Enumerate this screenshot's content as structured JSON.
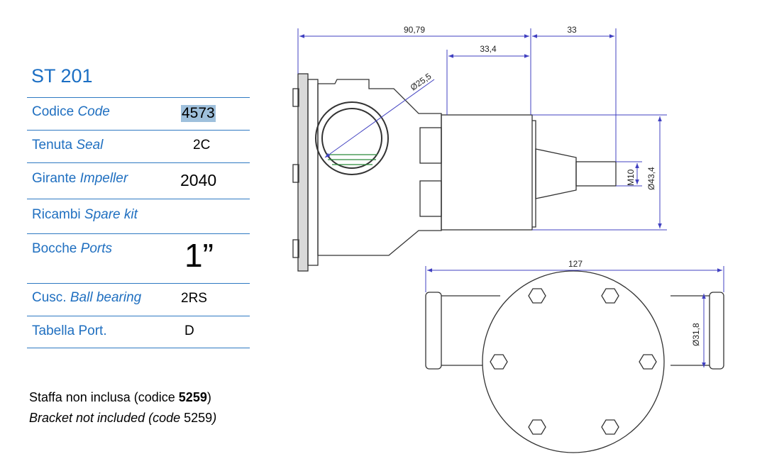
{
  "product": {
    "title": "ST 201"
  },
  "specs": [
    {
      "label_it": "Codice",
      "label_en": "Code",
      "value": "4573"
    },
    {
      "label_it": "Tenuta",
      "label_en": "Seal",
      "value": "2C"
    },
    {
      "label_it": "Girante",
      "label_en": "Impeller",
      "value": "2040"
    },
    {
      "label_it": "Ricambi",
      "label_en": "Spare kit",
      "value": ""
    },
    {
      "label_it": "Bocche",
      "label_en": "Ports",
      "value": "1”"
    },
    {
      "label_it": "Cusc.",
      "label_en": "Ball bearing",
      "value": "2RS"
    },
    {
      "label_it": "Tabella Port.",
      "label_en": "",
      "value": "D"
    }
  ],
  "notes": {
    "it_text": "Staffa non inclusa (codice ",
    "it_code": "5259",
    "it_close": ")",
    "en_text": "Bracket not included (code ",
    "en_code": "5259",
    "en_close": ")"
  },
  "drawing": {
    "dims": {
      "overall_length": "90,79",
      "shaft_length": "33",
      "body_length": "33,4",
      "port_diameter": "Ø25,5",
      "thread": "M10",
      "body_diameter": "Ø43,4",
      "flange_width": "127",
      "port_outer_diameter": "Ø31,8"
    }
  },
  "colors": {
    "accent": "#1f6fc0",
    "rule": "#2e79c2",
    "highlight": "#9fc0dc",
    "dim_line": "#4040c0"
  }
}
